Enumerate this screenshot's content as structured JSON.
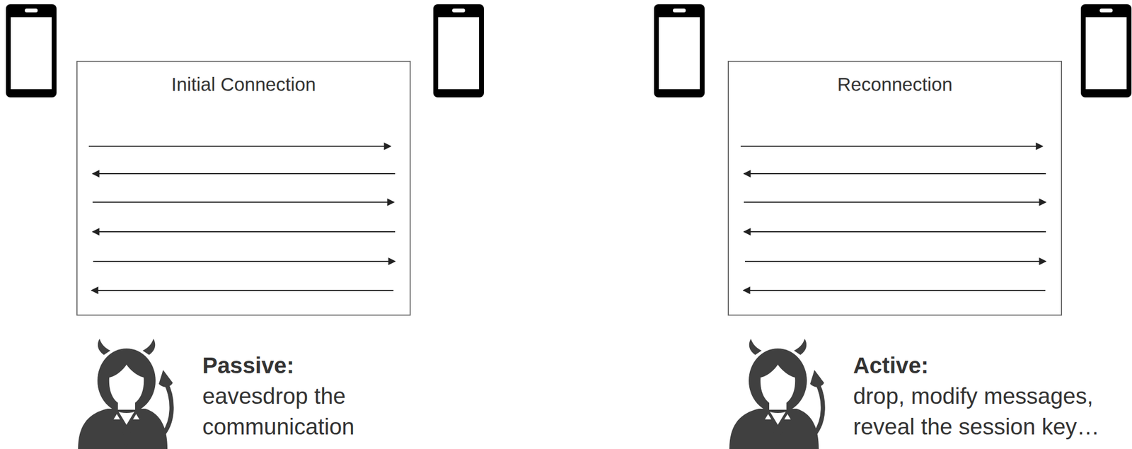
{
  "diagram": {
    "nodes": [
      {
        "text": [
          "Initial Connection"
        ]
      },
      {
        "text": [
          "Reconnection"
        ]
      }
    ],
    "labels": [
      "Passive:",
      "eavesdrop the communication",
      "Active:",
      "drop, modify messages, reveal the session key…"
    ]
  }
}
